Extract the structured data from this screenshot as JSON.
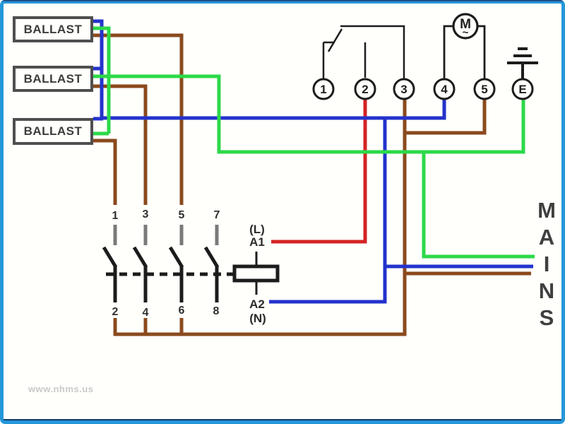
{
  "diagram": {
    "ballasts": [
      "BALLAST",
      "BALLAST",
      "BALLAST"
    ],
    "terminal_labels": [
      "1",
      "2",
      "3",
      "4",
      "5",
      "E"
    ],
    "motor": {
      "letter": "M",
      "wave": "~"
    },
    "contactor": {
      "pole_top_labels": [
        "1",
        "3",
        "5",
        "7"
      ],
      "pole_bottom_labels": [
        "2",
        "4",
        "6",
        "8"
      ],
      "coil_terminal_a1_sub": "(L)",
      "coil_terminal_a1": "A1",
      "coil_terminal_a2": "A2",
      "coil_terminal_a2_sub": "(N)"
    },
    "mains_label_letters": [
      "M",
      "A",
      "I",
      "N",
      "S"
    ],
    "watermark": "www.nhms.us",
    "colors": {
      "wire_brown": "#8a4a1d",
      "wire_blue": "#2333cc",
      "wire_green": "#2cd949",
      "wire_red": "#d42424",
      "pole_stub_gray": "#7a7a7a",
      "symbol_black": "#1c1c1c",
      "frame_blue": "#2497d9",
      "text_gray": "#3f3f3f",
      "watermark_gray": "#c9c9c9"
    }
  }
}
